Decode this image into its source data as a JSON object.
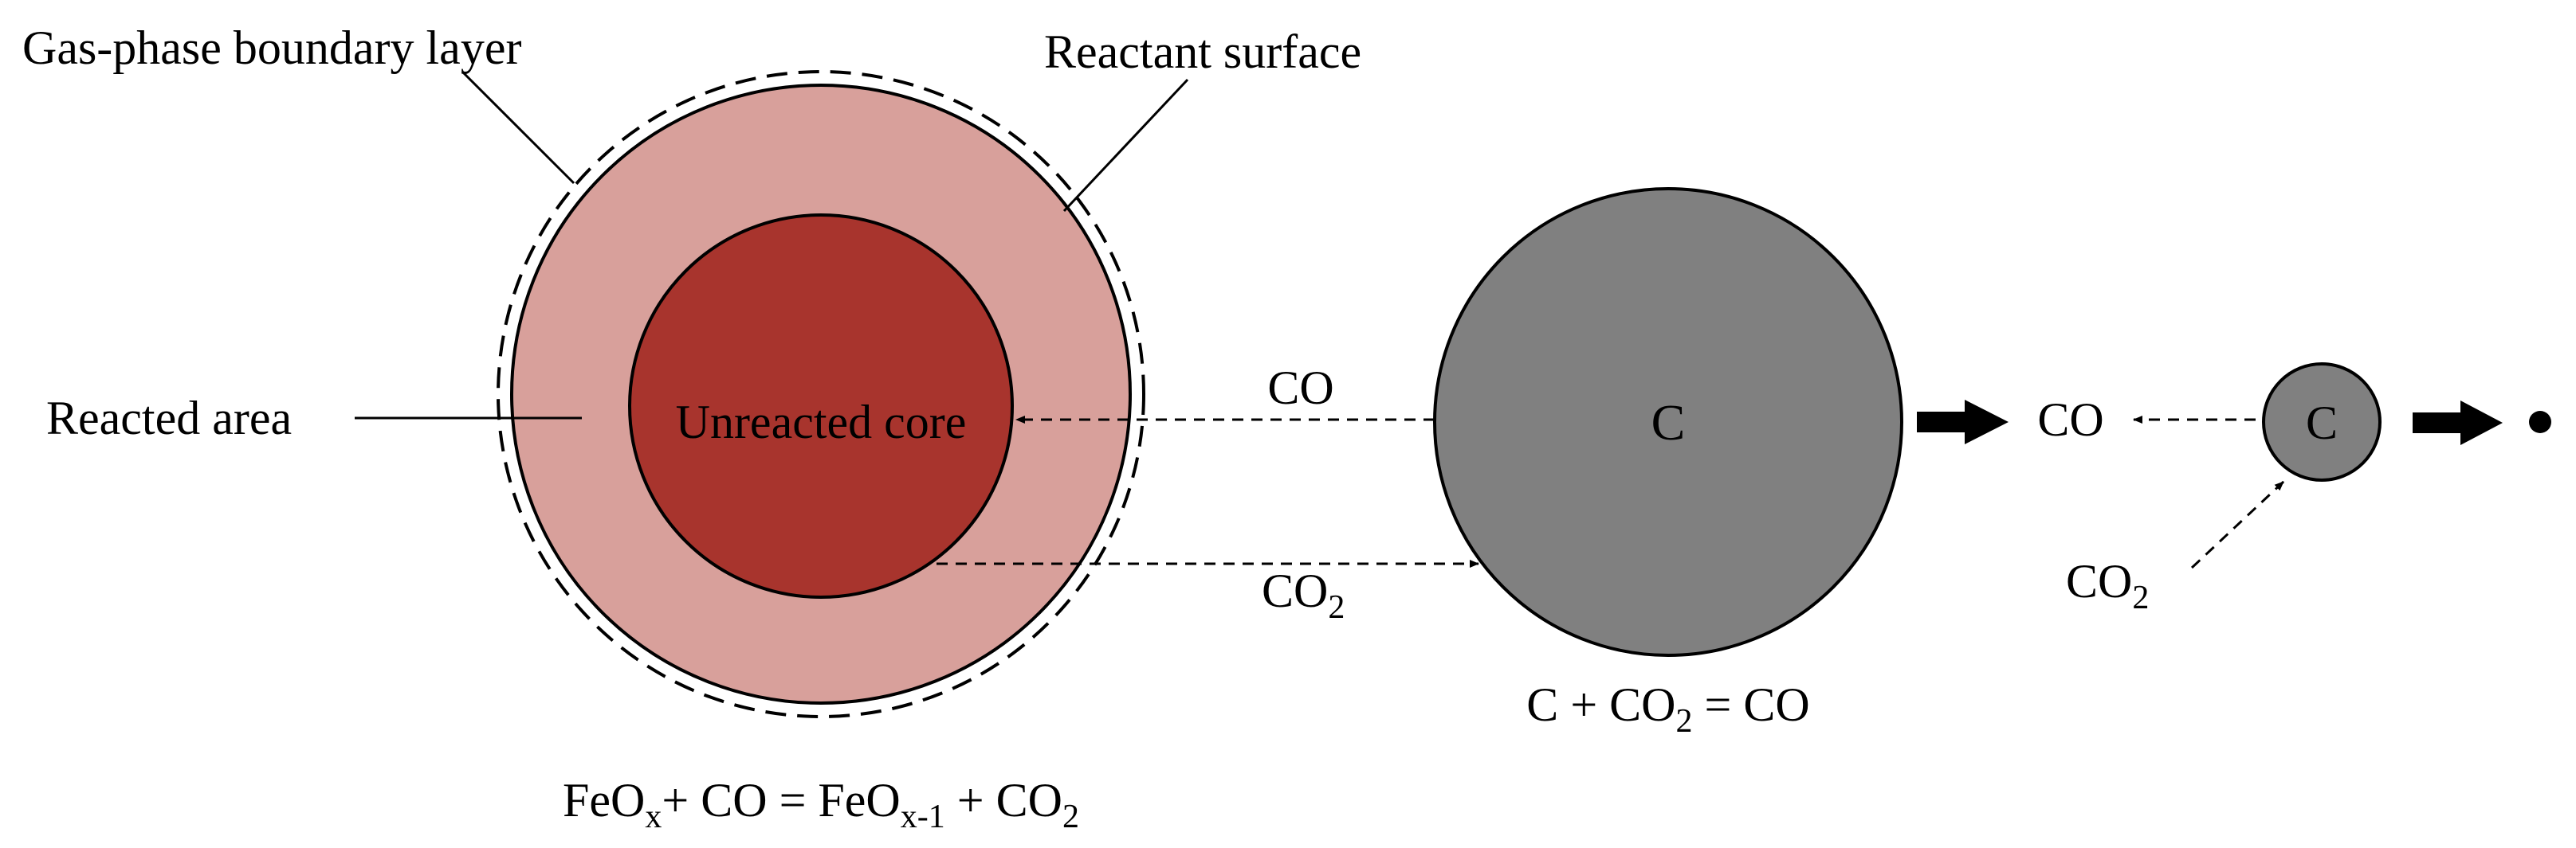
{
  "labels": {
    "gas_boundary": "Gas-phase boundary layer",
    "reactant_surface": "Reactant surface",
    "reacted_area": "Reacted area",
    "unreacted_core": "Unreacted core",
    "co_top": "CO",
    "co2_mid": "CO",
    "co2_mid_sub": "2",
    "carbon_big": "C",
    "co_right": "CO",
    "carbon_small": "C",
    "co2_bottom": "CO",
    "co2_bottom_sub": "2"
  },
  "equations": {
    "carbon": {
      "p1": "C + CO",
      "s1": "2",
      "p2": " = CO"
    },
    "iron": {
      "p1": "FeO",
      "s1": "x",
      "p2": "+ CO = FeO",
      "s2": "x-1",
      "p3": " + CO",
      "s3": "2"
    }
  },
  "colors": {
    "reacted_area": "#D8A09B",
    "unreacted_core": "#A8342D",
    "carbon": "#808080",
    "line": "#000000"
  }
}
